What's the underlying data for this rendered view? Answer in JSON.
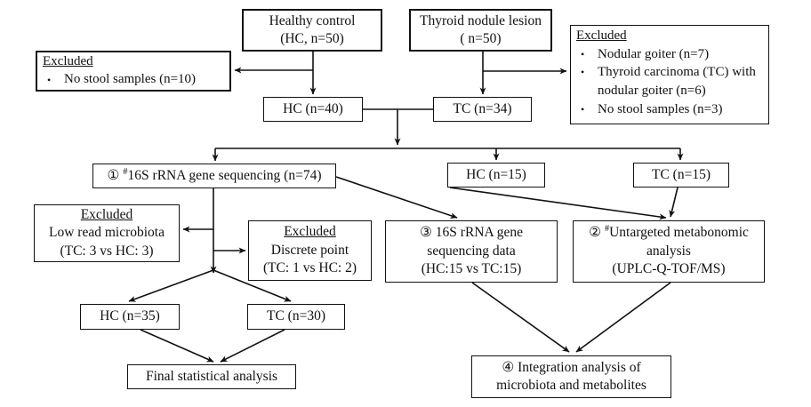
{
  "colors": {
    "line": "#111111",
    "text": "#111111",
    "background": "#ffffff"
  },
  "glyphs": {
    "bullet": "•"
  },
  "flow": {
    "healthy_control": {
      "line1": "Healthy control",
      "line2": "(HC, n=50)"
    },
    "thyroid_nodule": {
      "line1": "Thyroid nodule lesion",
      "line2": "( n=50)"
    },
    "excluded_hc": {
      "title": "Excluded",
      "items": [
        "No stool samples (n=10)"
      ]
    },
    "excluded_tc": {
      "title": "Excluded",
      "items": [
        "Nodular goiter (n=7)",
        "Thyroid carcinoma (TC) with nodular goiter (n=6)",
        "No stool samples (n=3)"
      ]
    },
    "hc40": {
      "label": "HC (n=40)"
    },
    "tc34": {
      "label": "TC (n=34)"
    },
    "seq16s": {
      "num": "① ",
      "hash": "#",
      "label": "16S rRNA gene sequencing (n=74)"
    },
    "hc15": {
      "label": "HC (n=15)"
    },
    "tc15": {
      "label": "TC (n=15)"
    },
    "excluded_lowread": {
      "title": "Excluded",
      "line1": "Low read microbiota",
      "line2": "(TC: 3 vs HC: 3)"
    },
    "excluded_discrete": {
      "title": "Excluded",
      "line1": "Discrete point",
      "line2": "(TC: 1 vs HC: 2)"
    },
    "seq_data": {
      "line1": "③ 16S rRNA gene",
      "line2": "sequencing data",
      "line3": "(HC:15 vs TC:15)"
    },
    "metabonomic": {
      "num": "② ",
      "hash": "#",
      "line1rest": "Untargeted metabonomic",
      "line2": "analysis",
      "line3": "(UPLC-Q-TOF/MS)"
    },
    "hc35": {
      "label": "HC (n=35)"
    },
    "tc30": {
      "label": "TC (n=30)"
    },
    "final": {
      "label": "Final statistical analysis"
    },
    "integration": {
      "line1": "④ Integration analysis of",
      "line2": "microbiota and metabolites"
    }
  }
}
